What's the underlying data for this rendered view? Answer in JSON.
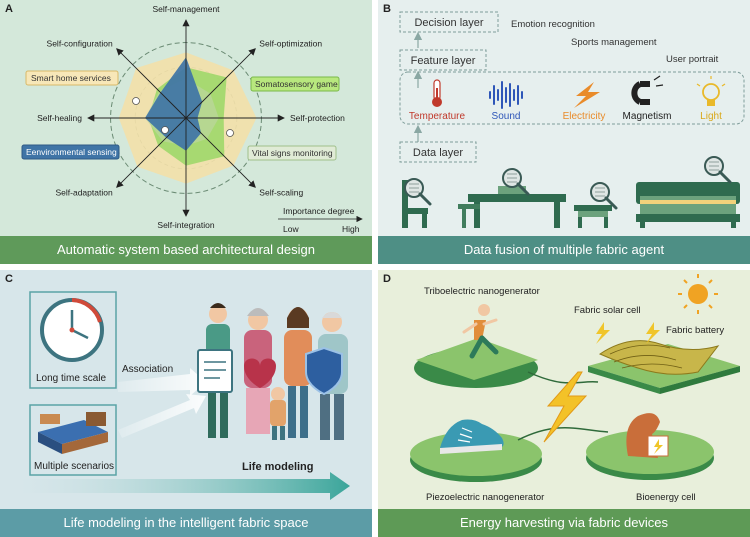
{
  "panelA": {
    "label": "A",
    "axes": [
      "Self-management",
      "Self-optimization",
      "Self-protection",
      "Self-scaling",
      "Self-integration",
      "Self-adaptation",
      "Self-healing",
      "Self-configuration"
    ],
    "tags": {
      "smart_home": "Smart home services",
      "somatosensory": "Somatosensory game",
      "env_sensing": "Eenvironmental sensing",
      "vital_signs": "Vital signs monitoring"
    },
    "importance": {
      "title": "Importance degree",
      "low": "Low",
      "high": "High"
    },
    "caption": "Automatic system based architectural design",
    "colors": {
      "blue": "#3f74a6",
      "green": "#8fd65c",
      "yellow": "#f4dfa6"
    }
  },
  "panelB": {
    "label": "B",
    "decision_layer": "Decision layer",
    "feature_layer": "Feature layer",
    "data_layer": "Data layer",
    "outputs": [
      "Emotion recognition",
      "Sports management",
      "User portrait"
    ],
    "signals": [
      {
        "name": "Temperature",
        "color": "#c0392b"
      },
      {
        "name": "Sound",
        "color": "#2e56b8"
      },
      {
        "name": "Electricity",
        "color": "#e98b2a"
      },
      {
        "name": "Magnetism",
        "color": "#222222"
      },
      {
        "name": "Light",
        "color": "#e9b92a"
      }
    ],
    "caption": "Data fusion of multiple fabric agent"
  },
  "panelC": {
    "label": "C",
    "long_time": "Long time scale",
    "multiple": "Multiple scenarios",
    "association": "Association",
    "life_modeling": "Life modeling",
    "caption": "Life modeling in the intelligent fabric space"
  },
  "panelD": {
    "label": "D",
    "tribo": "Triboelectric nanogenerator",
    "solar": "Fabric solar cell",
    "battery": "Fabric battery",
    "piezo": "Piezoelectric nanogenerator",
    "bio": "Bioenergy cell",
    "caption": "Energy harvesting via fabric devices"
  }
}
